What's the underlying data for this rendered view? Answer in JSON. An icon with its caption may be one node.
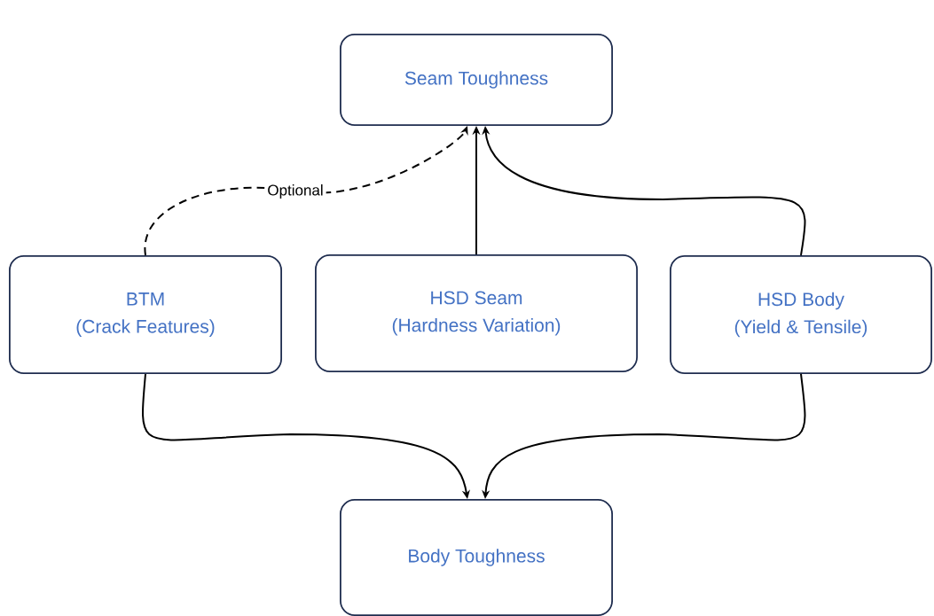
{
  "diagram": {
    "nodes": [
      {
        "text": [
          "Seam Toughness"
        ]
      },
      {
        "text": [
          "BTM",
          "(Crack Features)"
        ]
      },
      {
        "text": [
          "HSD Seam",
          "(Hardness Variation)"
        ]
      },
      {
        "text": [
          "HSD Body",
          "(Yield & Tensile)"
        ]
      },
      {
        "text": [
          "Body Toughness"
        ]
      }
    ],
    "edges": [
      {
        "from": 1,
        "to": 0,
        "arrow": "to",
        "label": "Optional",
        "style": "dashed"
      },
      {
        "from": 2,
        "to": 0,
        "arrow": "to"
      },
      {
        "from": 3,
        "to": 0,
        "arrow": "to"
      },
      {
        "from": 1,
        "to": 4,
        "arrow": "to"
      },
      {
        "from": 3,
        "to": 4,
        "arrow": "to"
      }
    ]
  }
}
